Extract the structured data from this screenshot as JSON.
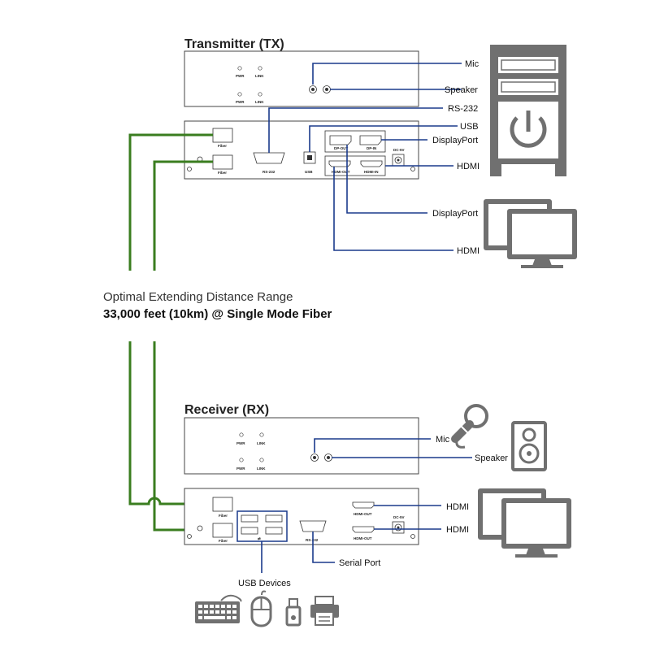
{
  "tx": {
    "title": "Transmitter (TX)",
    "front_leds": [
      "PWR",
      "LINK",
      "PWR",
      "LINK"
    ],
    "ports": {
      "fiber1": "Fiber",
      "fiber2": "Fiber",
      "rs232": "RS-232",
      "usb": "USB",
      "dp_out": "DP-OUT",
      "dp_in": "DP-IN",
      "hdmi_out": "HDMI-OUT",
      "hdmi_in": "HDMI-IN",
      "dc": "DC-5V"
    },
    "callouts": {
      "mic": "Mic",
      "speaker": "Speaker",
      "rs232": "RS-232",
      "usb": "USB",
      "displayport_in": "DisplayPort",
      "hdmi_in": "HDMI",
      "displayport_out": "DisplayPort",
      "hdmi_out": "HDMI"
    }
  },
  "distance": {
    "line1": "Optimal Extending Distance Range",
    "line2": "33,000 feet (10km) @ Single Mode Fiber"
  },
  "rx": {
    "title": "Receiver (RX)",
    "front_leds": [
      "PWR",
      "LINK",
      "PWR",
      "LINK"
    ],
    "ports": {
      "fiber1": "Fiber",
      "fiber2": "Fiber",
      "rs232": "RS-232",
      "hdmi_out1": "HDMI-OUT",
      "hdmi_out2": "HDMI-OUT",
      "dc": "DC-5V"
    },
    "callouts": {
      "mic": "Mic",
      "speaker": "Speaker",
      "hdmi1": "HDMI",
      "hdmi2": "HDMI",
      "serial": "Serial Port",
      "usb_devices": "USB Devices"
    }
  },
  "icons": {
    "computer": "desktop-tower-icon",
    "monitors_tx": "dual-monitor-icon",
    "monitors_rx": "dual-monitor-icon",
    "mic": "microphone-icon",
    "speaker": "speaker-icon",
    "keyboard": "keyboard-icon",
    "mouse": "mouse-icon",
    "usb_drive": "usb-drive-icon",
    "printer": "printer-icon"
  },
  "colors": {
    "fiber": "#3a7d1f",
    "signal": "#1a3a8c",
    "icon": "#707070"
  }
}
